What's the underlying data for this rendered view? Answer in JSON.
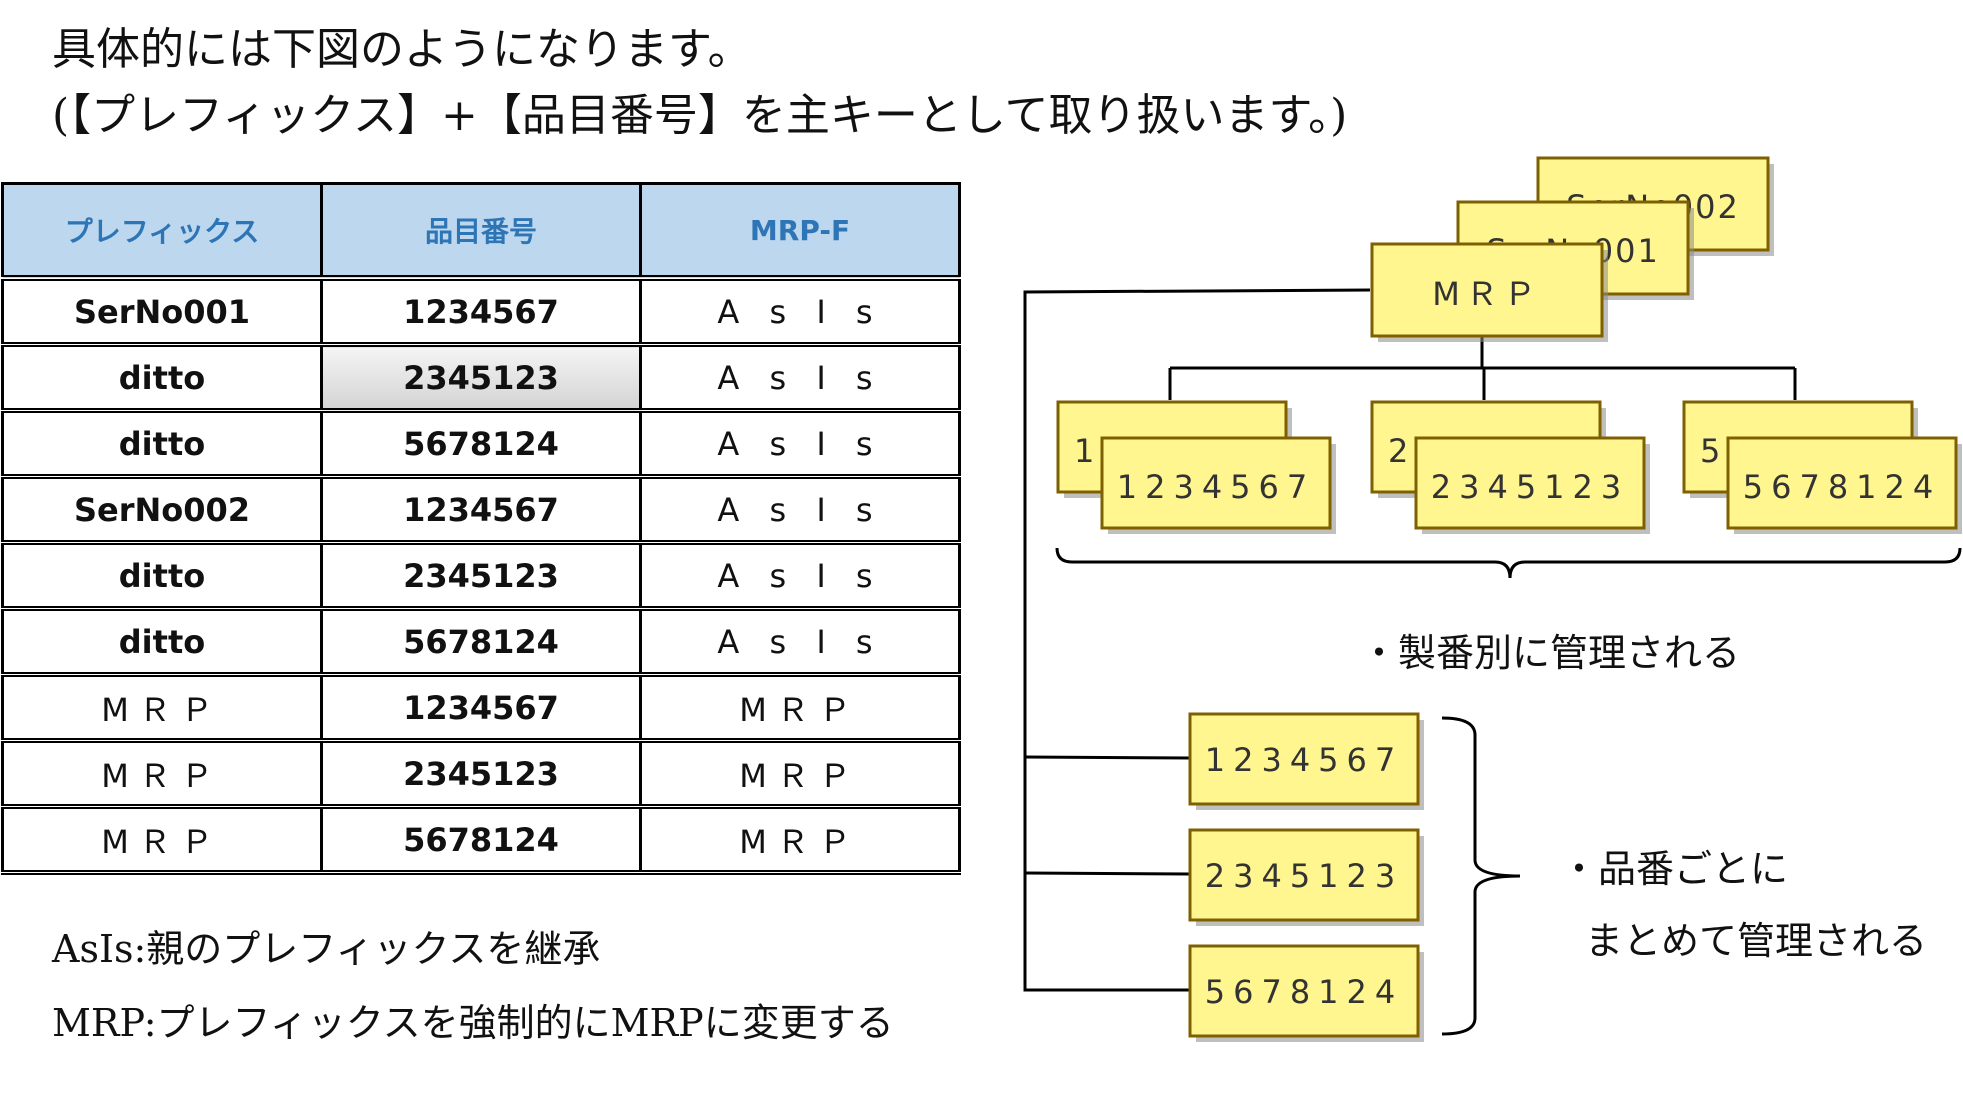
{
  "heading": {
    "line1": "具体的には下図のようになります。",
    "line2": "(【プレフィックス】+【品目番号】を主キーとして取り扱います。)"
  },
  "table": {
    "headers": [
      "プレフィックス",
      "品目番号",
      "MRP-F"
    ],
    "rows": [
      [
        "SerNo001",
        "1234567",
        "A s I s"
      ],
      [
        "ditto",
        "2345123",
        "A s I s"
      ],
      [
        "ditto",
        "5678124",
        "A s I s"
      ],
      [
        "SerNo002",
        "1234567",
        "A s I s"
      ],
      [
        "ditto",
        "2345123",
        "A s I s"
      ],
      [
        "ditto",
        "5678124",
        "A s I s"
      ],
      [
        "MＲＰ",
        "1234567",
        "MＲＰ"
      ],
      [
        "MＲＰ",
        "2345123",
        "MＲＰ"
      ],
      [
        "MＲＰ",
        "5678124",
        "MＲＰ"
      ]
    ]
  },
  "legend": {
    "asis": "AsIs:親のプレフィックスを継承",
    "mrp": "MRP:プレフィックスを強制的にMRPに変更する"
  },
  "diagram": {
    "parents": [
      "SerNo002",
      "SerNo001",
      "MＲＰ"
    ],
    "children_serial": [
      {
        "back": "1",
        "front": "1234567"
      },
      {
        "back": "2",
        "front": "2345123"
      },
      {
        "back": "5",
        "front": "5678124"
      }
    ],
    "children_mrp": [
      "1234567",
      "2345123",
      "5678124"
    ],
    "note_serial": "・製番別に管理される",
    "note_mrp_line1": "・品番ごとに",
    "note_mrp_line2": "まとめて管理される",
    "box_fill": "#fff68f",
    "box_border": "#7f6000"
  }
}
